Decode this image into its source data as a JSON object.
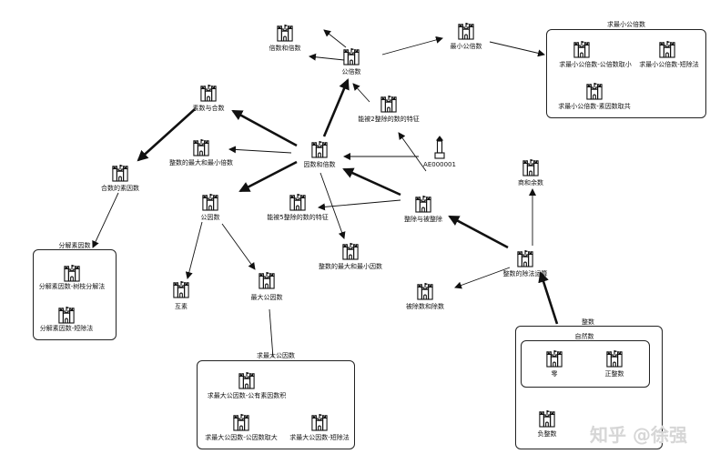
{
  "groups": {
    "lcm_methods": "求最小公倍数",
    "factorize": "分解素因数",
    "gcd_methods": "求最大公因数",
    "integer": "整数",
    "natural": "自然数"
  },
  "nodes": {
    "multiple_divisor": "倍数和倍数",
    "common_multiple": "公倍数",
    "lcm": "最小公倍数",
    "lcm_prime": "求最小公倍数-公倍数取小",
    "lcm_short": "求最小公倍数-短除法",
    "lcm_coprime": "求最小公倍数-素因数取共",
    "prime_composite": "素数与合数",
    "div_by_2": "能被2整除的数的特征",
    "int_max_min": "整数的最大和最小倍数",
    "factor_multiple": "因数和倍数",
    "composite_factors": "合数的素因数",
    "quotient_rem": "商和余数",
    "ae": "AE000001",
    "common_factor": "公因数",
    "div_by_5": "能被5整除的数的特征",
    "divide_divided": "整除与被整除",
    "max_min_factor": "整数的最大和最小因数",
    "division_op": "整数的除法运算",
    "factorize_tree": "分解素因数-树枝分解法",
    "factorize_short": "分解素因数-短除法",
    "coprime": "互素",
    "gcd": "最大公因数",
    "dividend_divisor": "被除数和除数",
    "zero": "零",
    "positive": "正整数",
    "negative": "负整数",
    "gcd_all": "求最大公因数-公有素因数积",
    "gcd_common": "求最大公因数-公因数取大",
    "gcd_short": "求最大公因数-短除法"
  },
  "watermark": "知乎 @徐强"
}
